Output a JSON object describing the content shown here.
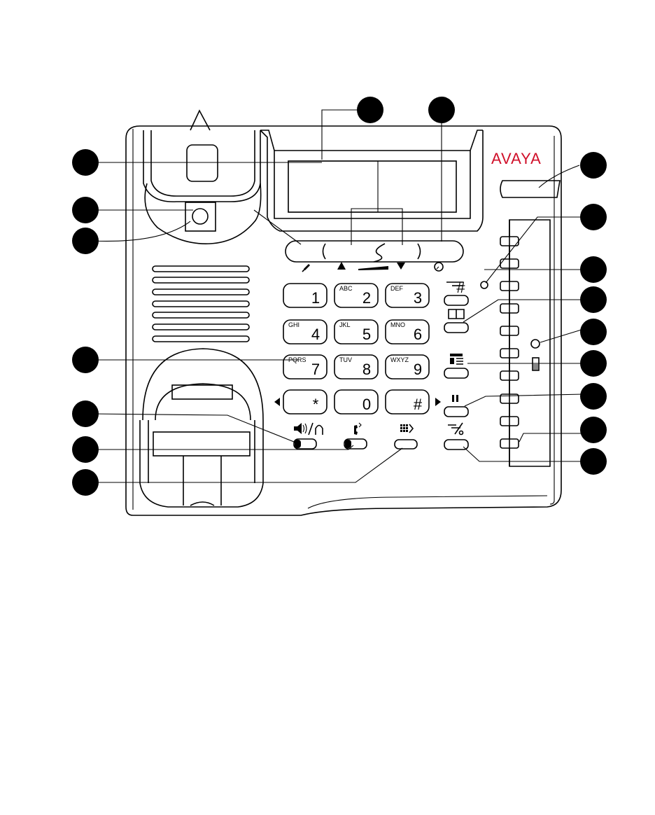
{
  "brand": {
    "logo_text": "AVAYA",
    "logo_color": "#d0102a"
  },
  "keypad": [
    {
      "digit": "1",
      "letters": ""
    },
    {
      "digit": "2",
      "letters": "ABC"
    },
    {
      "digit": "3",
      "letters": "DEF"
    },
    {
      "digit": "4",
      "letters": "GHI"
    },
    {
      "digit": "5",
      "letters": "JKL"
    },
    {
      "digit": "6",
      "letters": "MNO"
    },
    {
      "digit": "7",
      "letters": "PQRS"
    },
    {
      "digit": "8",
      "letters": "TUV"
    },
    {
      "digit": "9",
      "letters": "WXYZ"
    },
    {
      "digit": "*",
      "letters": ""
    },
    {
      "digit": "0",
      "letters": ""
    },
    {
      "digit": "#",
      "letters": ""
    }
  ],
  "icons": {
    "softkey_left": "pin-icon",
    "up": "triangle-up-icon",
    "volume": "volume-ramp-icon",
    "down": "triangle-down-icon",
    "softkey_right": "clock-icon",
    "redial_list": "redial-list-icon",
    "phonebook": "book-icon",
    "call_list": "call-list-icon",
    "hold": "pause-icon",
    "speaker_headset": "speaker-headset-icon",
    "transfer": "transfer-handset-icon",
    "menu": "menu-icon",
    "mute": "mute-icon",
    "led": "led-icon"
  }
}
